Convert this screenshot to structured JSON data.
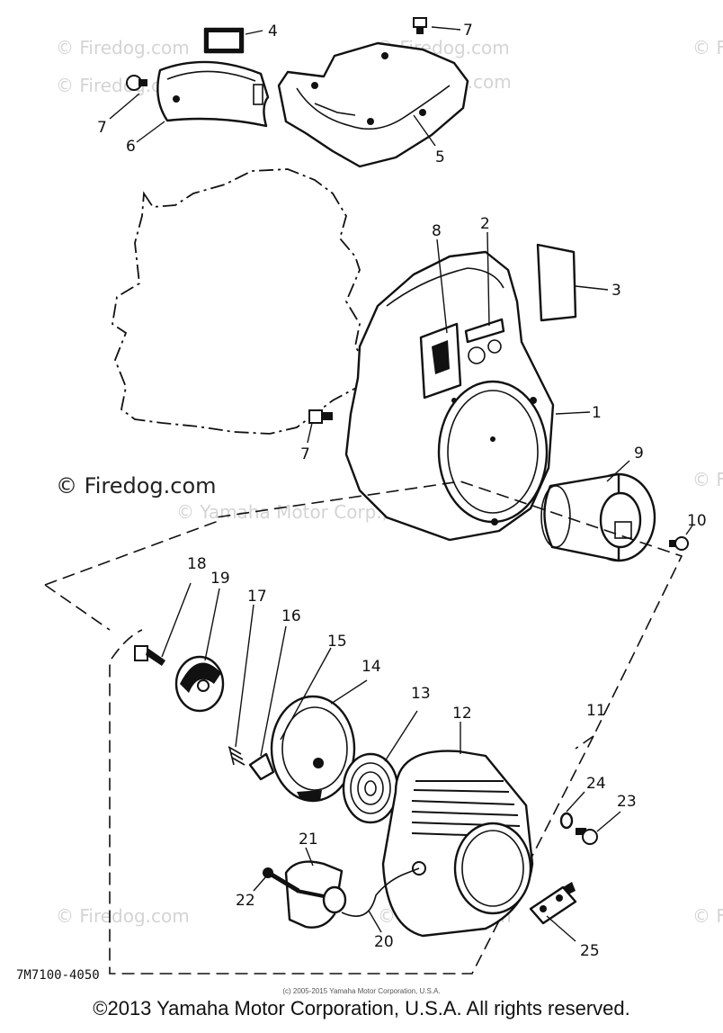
{
  "diagram": {
    "callouts": [
      "1",
      "2",
      "3",
      "4",
      "5",
      "6",
      "7",
      "8",
      "9",
      "10",
      "11",
      "12",
      "13",
      "14",
      "15",
      "16",
      "17",
      "18",
      "19",
      "20",
      "21",
      "22",
      "23",
      "24",
      "25"
    ],
    "code": "7M7100-4050"
  },
  "watermarks": {
    "site": "© Firedog.com",
    "overlay": "© Yamaha Motor Corp., U.S.A."
  },
  "footer": {
    "small": "(c) 2005-2015 Yamaha Motor Corporation, U.S.A.",
    "copyright": "©2013 Yamaha Motor Corporation, U.S.A. All rights reserved."
  }
}
